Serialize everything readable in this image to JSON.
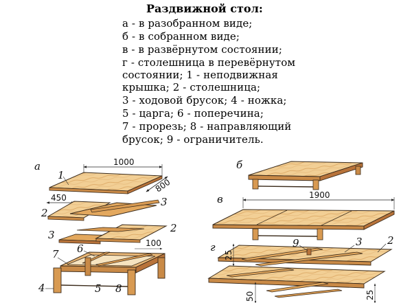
{
  "caption": {
    "title": "Раздвижной стол:",
    "lines": [
      "а - в разобранном виде;",
      "б - в собранном виде;",
      "в - в развёрнутом состоянии;",
      "г - столешница в перевёрнутом",
      "состоянии; 1 - неподвижная",
      "крышка; 2 - столешница;",
      "3 - ходовой брусок; 4 - ножка;",
      "5 - царга; 6 - поперечина;",
      "7 - прорезь; 8 - направляющий",
      "брусок; 9 - ограничитель."
    ]
  },
  "figure": {
    "view_labels": {
      "a": "а",
      "b": "б",
      "v": "в",
      "g": "г"
    },
    "dimensions": {
      "width_a": "1000",
      "depth_a": "800",
      "rail_a": "450",
      "strip_a": "100",
      "length_v": "1900",
      "g_25_top": "25",
      "g_50": "50",
      "g_25_right": "25"
    },
    "part_numbers": {
      "p1": "1",
      "p2a": "2",
      "p3a": "3",
      "p3b": "3",
      "p2b": "2",
      "p6": "6",
      "p7": "7",
      "p4": "4",
      "p5": "5",
      "p8": "8",
      "p9": "9",
      "p3g": "3",
      "p2g": "2"
    }
  },
  "colors": {
    "wood_light": "#f2cf95",
    "wood_mid": "#e3a85e",
    "wood_dark": "#b8733a",
    "outline": "#3a2a1a"
  }
}
